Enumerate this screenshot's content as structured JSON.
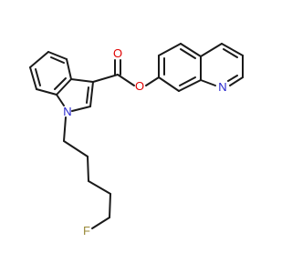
{
  "diagram": {
    "type": "chemical-structure",
    "atoms": [
      {
        "id": "N1",
        "label": "N",
        "color": "#1f1fcc"
      },
      {
        "id": "O_carbonyl",
        "label": "O",
        "color": "#e00000"
      },
      {
        "id": "O_ester",
        "label": "O",
        "color": "#e00000"
      },
      {
        "id": "N_quinoline",
        "label": "N",
        "color": "#1f1fcc"
      },
      {
        "id": "F",
        "label": "F",
        "color": "#9a8a3a"
      }
    ],
    "colors": {
      "bond": "#1a1a1a",
      "nitrogen": "#1f1fcc",
      "oxygen": "#e00000",
      "fluorine": "#9a8a3a"
    }
  }
}
